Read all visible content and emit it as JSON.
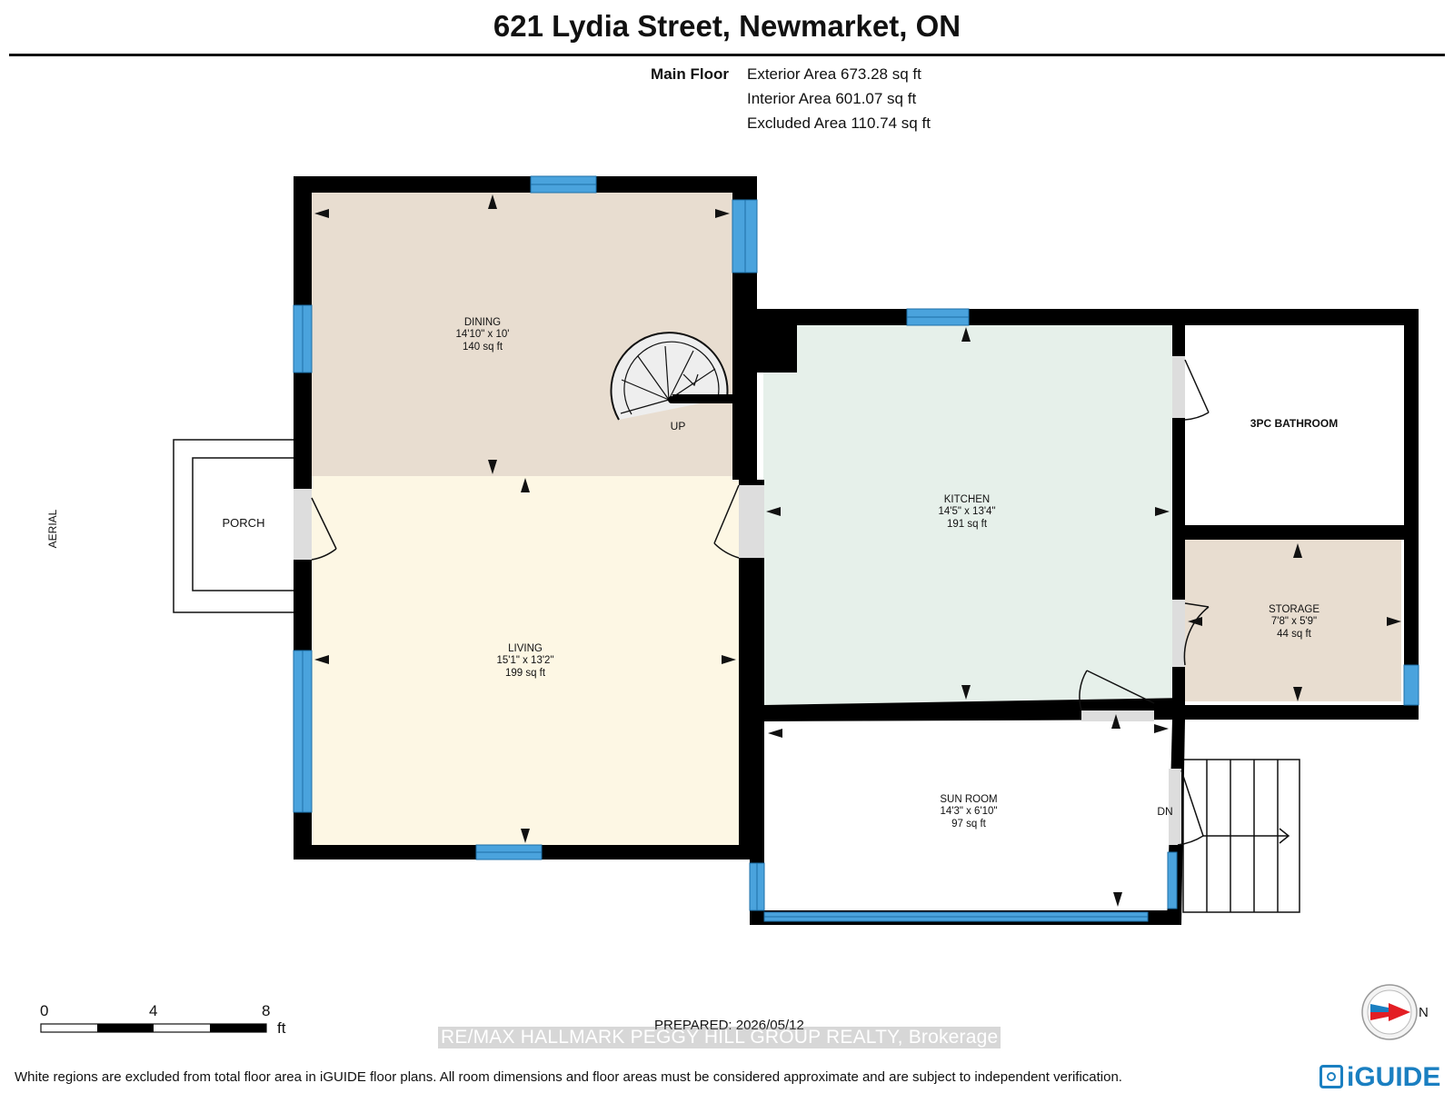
{
  "header": {
    "title": "621 Lydia Street, Newmarket, ON"
  },
  "floor": {
    "name": "Main Floor",
    "exterior_area": "Exterior Area 673.28 sq ft",
    "interior_area": "Interior Area 601.07 sq ft",
    "excluded_area": "Excluded Area 110.74 sq ft"
  },
  "rooms": [
    {
      "name": "DINING",
      "dims": "14'10\" x 10'",
      "area": "140 sq ft",
      "fill": "#e8ddd0"
    },
    {
      "name": "LIVING",
      "dims": "15'1\" x 13'2\"",
      "area": "199 sq ft",
      "fill": "#fdf7e4"
    },
    {
      "name": "KITCHEN",
      "dims": "14'5\" x 13'4\"",
      "area": "191 sq ft",
      "fill": "#e6f0ea"
    },
    {
      "name": "3PC BATHROOM",
      "dims": "",
      "area": "",
      "fill": "#ffffff"
    },
    {
      "name": "STORAGE",
      "dims": "7'8\" x 5'9\"",
      "area": "44 sq ft",
      "fill": "#e8ddd0"
    },
    {
      "name": "SUN ROOM",
      "dims": "14'3\" x 6'10\"",
      "area": "97 sq ft",
      "fill": "#ffffff"
    },
    {
      "name": "PORCH",
      "dims": "",
      "area": "",
      "fill": "#ffffff"
    }
  ],
  "labels": {
    "up": "UP",
    "down": "DN",
    "aerial": "AERIAL",
    "north": "N"
  },
  "scale": {
    "ticks": [
      "0",
      "4",
      "8"
    ],
    "unit": "ft"
  },
  "footer": {
    "prepared": "PREPARED: 2026/05/12",
    "watermark": "RE/MAX HALLMARK PEGGY HILL GROUP REALTY, Brokerage",
    "disclaimer": "White regions are excluded from total floor area in iGUIDE floor plans. All room dimensions and floor areas must be considered approximate and are subject to independent verification.",
    "brand": "iGUIDE"
  },
  "colors": {
    "wall": "#000000",
    "window": "#4aa3dd",
    "door": "#dddddd",
    "brand": "#1a7fc1"
  }
}
